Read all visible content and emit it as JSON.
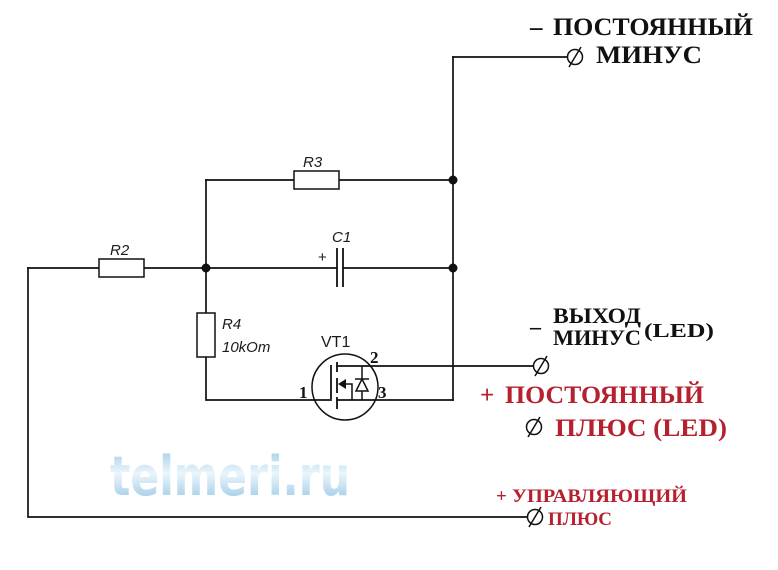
{
  "components": {
    "R2": {
      "label": "R2"
    },
    "R3": {
      "label": "R3"
    },
    "R4": {
      "label": "R4",
      "value": "10kOm"
    },
    "C1": {
      "label": "C1",
      "polarity": "+"
    },
    "VT1": {
      "label": "VT1",
      "pins": {
        "gate": "1",
        "drain": "2",
        "source": "3"
      }
    }
  },
  "terminals": {
    "dc_minus": {
      "sign": "–",
      "line1": "ПОСТОЯННЫЙ",
      "line2": "МИНУС",
      "icon": "terminal-icon"
    },
    "output_minus": {
      "sign": "–",
      "line1": "ВЫХОД",
      "line2": "МИНУС",
      "suffix": "(LED)",
      "icon": "terminal-icon"
    },
    "dc_plus": {
      "sign": "+",
      "line1": "ПОСТОЯННЫЙ",
      "line2": "ПЛЮС (LED)",
      "icon": "terminal-icon"
    },
    "control_plus": {
      "sign": "+",
      "line1": "УПРАВЛЯЮЩИЙ",
      "line2": "ПЛЮС",
      "icon": "terminal-icon"
    }
  },
  "watermark": "telmeri.ru",
  "colors": {
    "wire": "#111111",
    "positive_label": "#b7202e",
    "watermark_top": "#7db8de",
    "watermark_mid": "#e6f3fb",
    "watermark_bottom": "#6aaed8"
  }
}
